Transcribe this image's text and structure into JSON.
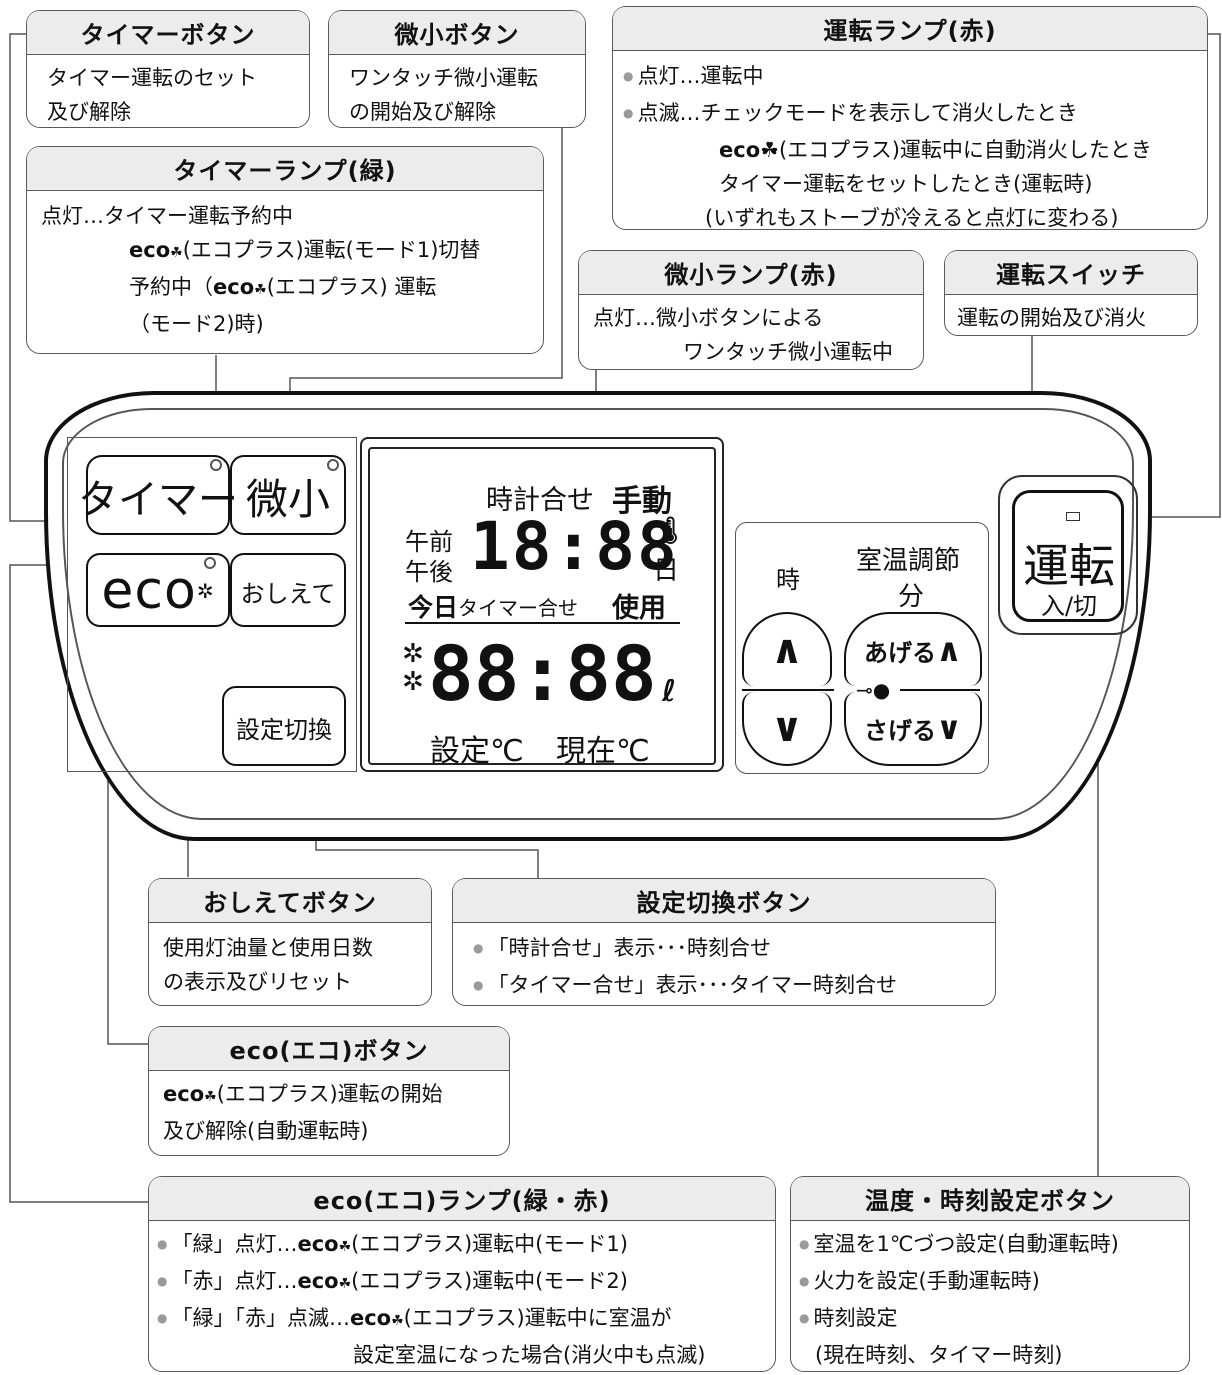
{
  "callouts": {
    "timer_button": {
      "title": "タイマーボタン",
      "lines": [
        "タイマー運転のセット",
        "及び解除"
      ]
    },
    "micro_button": {
      "title": "微小ボタン",
      "lines": [
        "ワンタッチ微小運転",
        "の開始及び解除"
      ]
    },
    "run_lamp": {
      "title": "運転ランプ(赤)",
      "lines": [
        "点灯…運転中",
        "点滅…チェックモードを表示して消火したとき",
        "(エコプラス)運転中に自動消火したとき",
        "タイマー運転をセットしたとき(運転時)",
        "(いずれもストーブが冷えると点灯に変わる)"
      ]
    },
    "timer_lamp": {
      "title": "タイマーランプ(緑)",
      "lines": [
        "点灯…タイマー運転予約中",
        "(エコプラス)運転(モード1)切替",
        "予約中（",
        "(エコプラス) 運転",
        "（モード2)時)"
      ]
    },
    "micro_lamp": {
      "title": "微小ランプ(赤)",
      "lines": [
        "点灯…微小ボタンによる",
        "ワンタッチ微小運転中"
      ]
    },
    "run_switch": {
      "title": "運転スイッチ",
      "lines": [
        "運転の開始及び消火"
      ]
    },
    "teach_button": {
      "title": "おしえてボタン",
      "lines": [
        "使用灯油量と使用日数",
        "の表示及びリセット"
      ]
    },
    "setting_switch": {
      "title": "設定切換ボタン",
      "lines": [
        "「時計合せ」表示･･･時刻合せ",
        "「タイマー合せ」表示･･･タイマー時刻合せ"
      ]
    },
    "eco_button": {
      "title": "eco(エコ)ボタン",
      "lines": [
        "(エコプラス)運転の開始",
        "及び解除(自動運転時)"
      ]
    },
    "eco_lamp": {
      "title": "eco(エコ)ランプ(緑・赤)",
      "lines": [
        "「緑」点灯…",
        "(エコプラス)運転中(モード1)",
        "「赤」点灯…",
        "(エコプラス)運転中(モード2)",
        "「緑」「赤」点滅…",
        "(エコプラス)運転中に室温が",
        "設定室温になった場合(消火中も点滅)"
      ]
    },
    "temp_time_button": {
      "title": "温度・時刻設定ボタン",
      "lines": [
        "室温を1℃づつ設定(自動運転時)",
        "火力を設定(手動運転時)",
        "時刻設定",
        "(現在時刻、タイマー時刻)"
      ]
    },
    "eco_word": "eco"
  },
  "panel": {
    "timer_btn": "タイマー",
    "micro_btn": "微小",
    "eco_btn": "eco",
    "teach_btn": "おしえて",
    "setting_btn": "設定切換",
    "lcd": {
      "clock_set": "時計合せ",
      "manual": "手動",
      "am": "午前",
      "pm": "午後",
      "time_digits": "18:88",
      "day": "日",
      "today": "今日",
      "timer_set": "タイマー合せ",
      "use": "使用",
      "big_digits": "88:88",
      "liter": "ℓ",
      "set_c": "設定℃",
      "now_c": "現在℃"
    },
    "hour": "時",
    "room_temp": "室温調節",
    "minute": "分",
    "raise": "あげる",
    "lower": "さげる",
    "run_switch_main": "運転",
    "run_switch_sub": "入/切"
  },
  "colors": {
    "line": "#555555",
    "head_bg": "#ececec",
    "border": "#5a5a5a"
  }
}
